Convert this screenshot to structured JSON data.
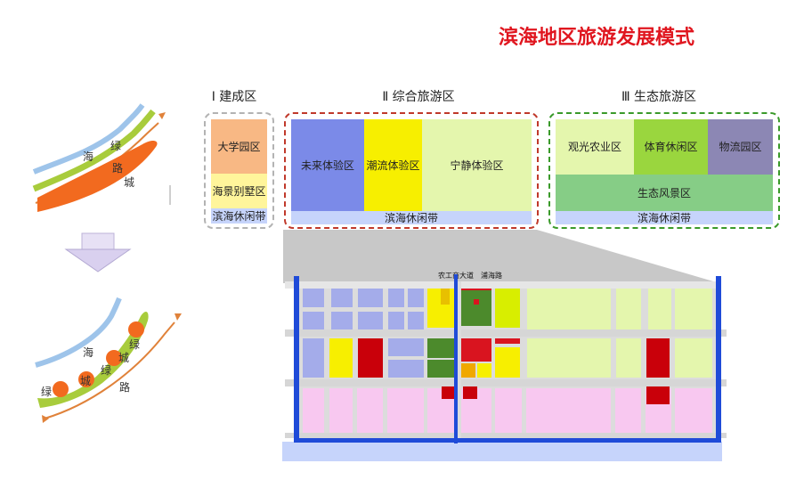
{
  "title": "滨海地区旅游发展模式",
  "zones": {
    "built": {
      "title": "Ⅰ 建成区",
      "cells": [
        "大学园区",
        "海景别墅区"
      ],
      "strip": "滨海休闲带"
    },
    "tourism": {
      "title": "Ⅱ 综合旅游区",
      "cells": [
        "未来体验区",
        "潮流体验区",
        "宁静体验区"
      ],
      "strip": "滨海休闲带"
    },
    "eco": {
      "title": "Ⅲ 生态旅游区",
      "cells": [
        "观光农业区",
        "体育休闲区",
        "物流园区",
        "生态风景区"
      ],
      "strip": "滨海休闲带"
    }
  },
  "map": {
    "road_labels": [
      "农工商大道",
      "浦海路"
    ]
  },
  "diagram_top": {
    "labels": [
      "海",
      "绿",
      "路",
      "城"
    ]
  },
  "diagram_bottom": {
    "labels": [
      "海",
      "绿",
      "绿",
      "城",
      "绿",
      "城",
      "路"
    ]
  },
  "colors": {
    "title": "#e0161f",
    "built_border": "#b3b3b3",
    "tourism_border": "#c0392b",
    "eco_border": "#3a9a2a",
    "future": "#7b8ae8",
    "trend": "#f7ef00",
    "calm": "#e4f6ad",
    "university": "#f8b884",
    "villa": "#fff59b",
    "agri": "#e4f6ad",
    "sports": "#9ad63e",
    "logistics": "#8c87b4",
    "scenic": "#86cd86",
    "strip": "#c6d4fb"
  }
}
